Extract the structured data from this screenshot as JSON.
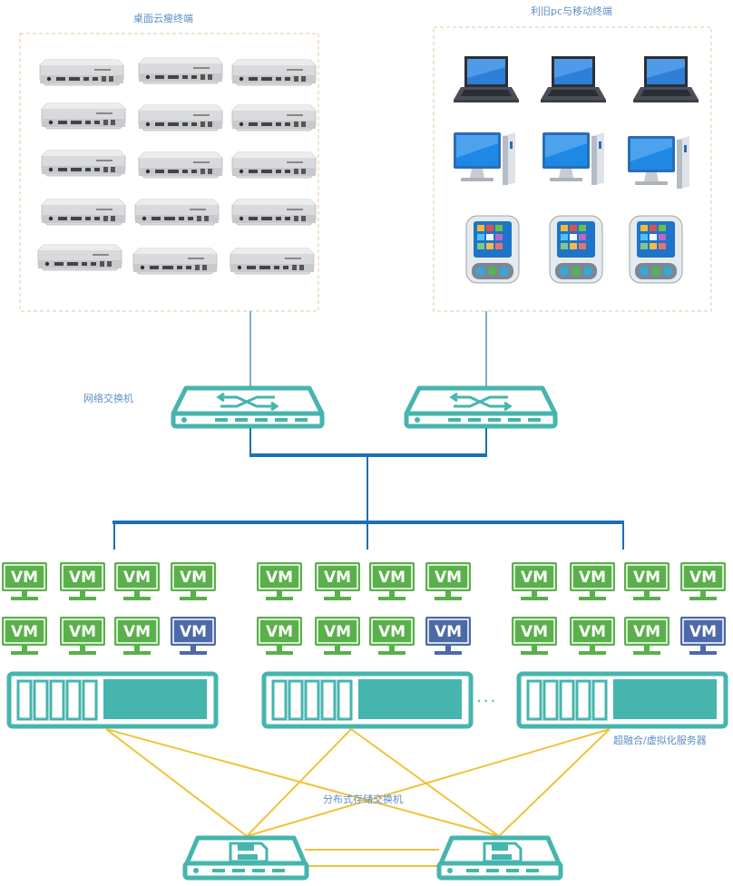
{
  "labels": {
    "thin_clients": "桌面云瘦终端",
    "old_pc_mobile": "利旧pc与移动终端",
    "network_switch": "网络交换机",
    "hci_servers": "超融合/虚拟化服务器",
    "storage_switch": "分布式存储交换机",
    "ellipsis": "..."
  },
  "vm_label": "VM",
  "colors": {
    "vm_green": "#5ab04a",
    "vm_blue": "#4d6aa8",
    "teal": "#45b5ad",
    "network_line": "#1d6fb8",
    "storage_line": "#f0c23a",
    "label_text": "#5b8fc4"
  },
  "icons": {
    "thin_client": "thin-client-box-icon",
    "laptop": "laptop-icon",
    "desktop": "desktop-pc-icon",
    "pda": "pda-mobile-icon",
    "switch": "network-switch-icon",
    "storage_switch": "storage-switch-icon",
    "server": "server-rack-icon"
  }
}
